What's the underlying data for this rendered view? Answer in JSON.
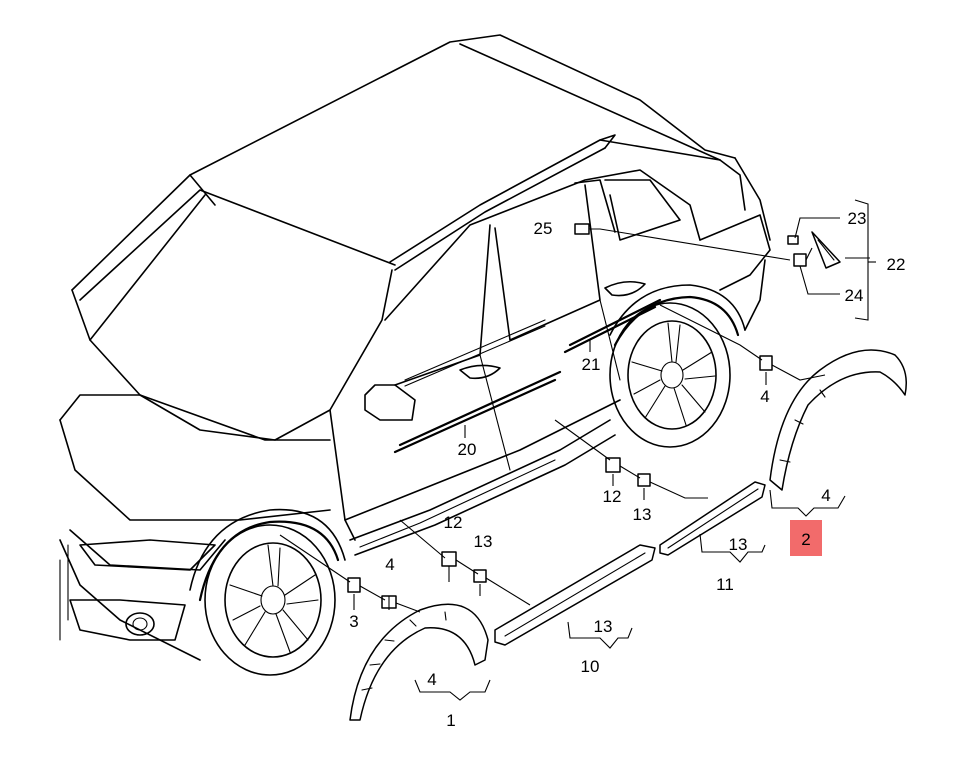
{
  "diagram": {
    "labels": {
      "l1": "1",
      "l2": "2",
      "l3": "3",
      "l4a": "4",
      "l4b": "4",
      "l4c": "4",
      "l4d": "4",
      "l10": "10",
      "l11": "11",
      "l12a": "12",
      "l12b": "12",
      "l13a": "13",
      "l13b": "13",
      "l13c": "13",
      "l13d": "13",
      "l20": "20",
      "l21": "21",
      "l22": "22",
      "l23": "23",
      "l24": "24",
      "l25": "25"
    },
    "highlight_color": "#f26b6b"
  }
}
